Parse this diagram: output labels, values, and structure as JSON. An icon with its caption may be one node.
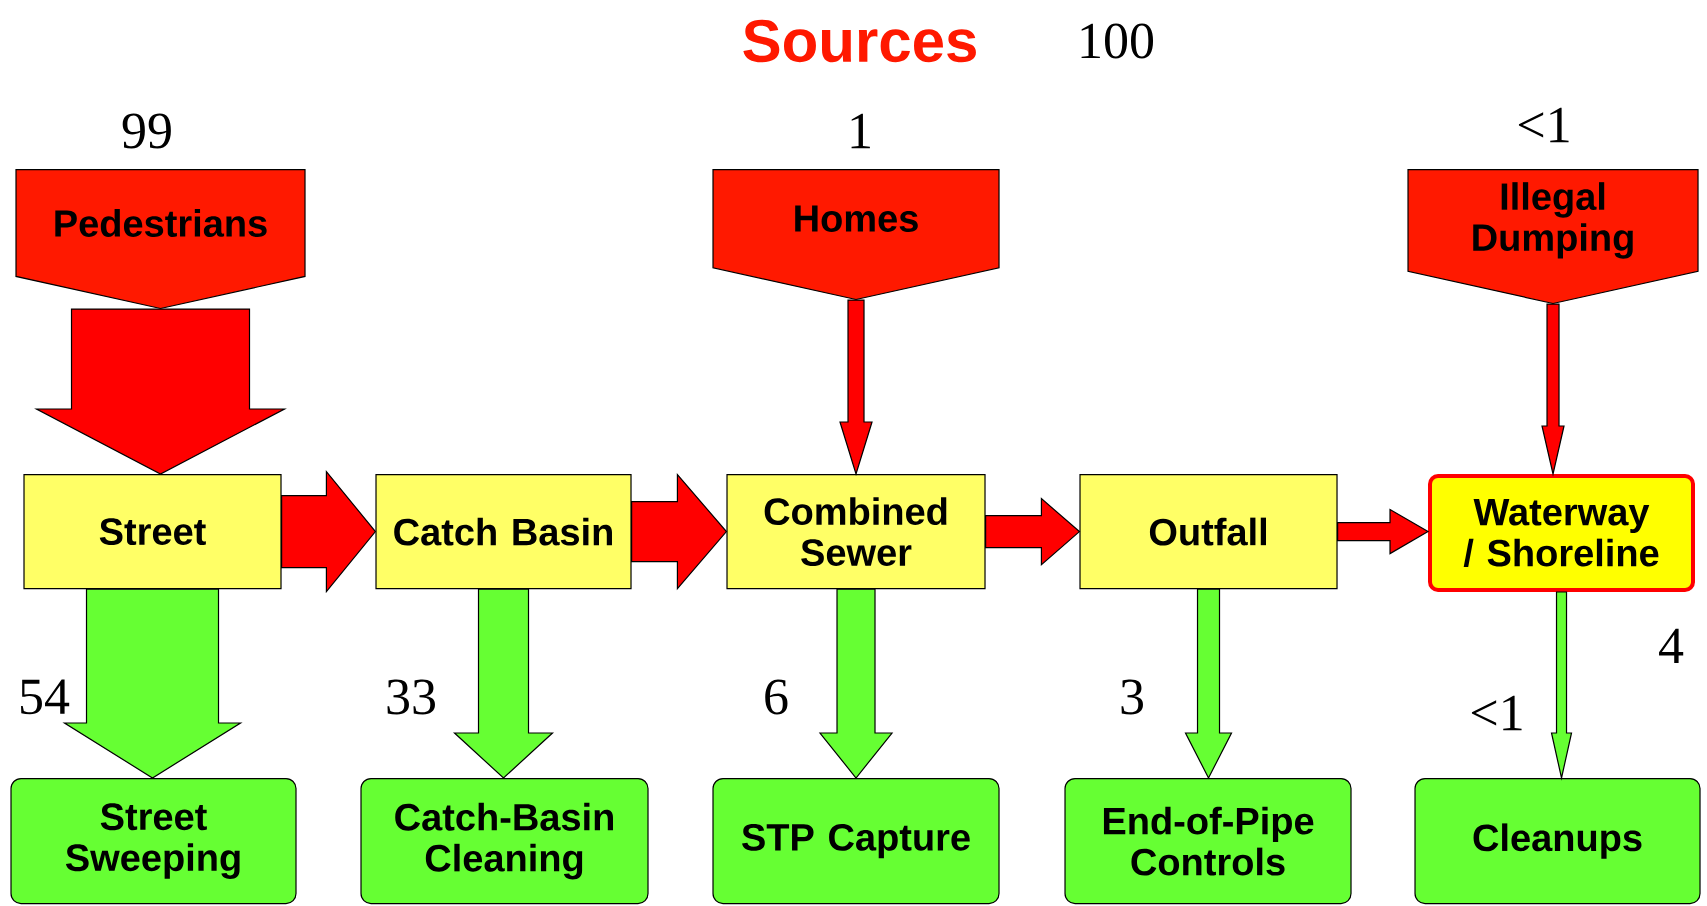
{
  "diagram": {
    "title": "Sources",
    "nodes": [
      {
        "text": [
          "Pedestrians"
        ],
        "beside": [
          "99"
        ]
      },
      {
        "text": [
          "Homes"
        ],
        "beside": [
          "1"
        ]
      },
      {
        "text": [
          "Illegal Dumping"
        ],
        "beside": [
          "<1"
        ]
      },
      {
        "text": [
          "Street"
        ]
      },
      {
        "text": [
          "Catch Basin"
        ]
      },
      {
        "text": [
          "Combined Sewer"
        ]
      },
      {
        "text": [
          "Outfall"
        ]
      },
      {
        "text": [
          "Waterway / Shoreline"
        ]
      },
      {
        "text": [
          "Street Sweeping"
        ]
      },
      {
        "text": [
          "Catch-Basin Cleaning"
        ]
      },
      {
        "text": [
          "STP Capture"
        ]
      },
      {
        "text": [
          "End-of-Pipe Controls"
        ]
      },
      {
        "text": [
          "Cleanups"
        ]
      }
    ],
    "edges": [
      {
        "from": 0,
        "to": 3,
        "arrow": "to"
      },
      {
        "from": 1,
        "to": 5,
        "arrow": "to"
      },
      {
        "from": 2,
        "to": 7,
        "arrow": "to"
      },
      {
        "from": 3,
        "to": 4,
        "arrow": "to"
      },
      {
        "from": 4,
        "to": 5,
        "arrow": "to"
      },
      {
        "from": 5,
        "to": 6,
        "arrow": "to"
      },
      {
        "from": 6,
        "to": 7,
        "arrow": "to"
      },
      {
        "from": 3,
        "to": 8,
        "arrow": "to",
        "label": "54",
        "color": "#66ff33"
      },
      {
        "from": 4,
        "to": 9,
        "arrow": "to",
        "label": "33",
        "color": "#66ff33"
      },
      {
        "from": 5,
        "to": 10,
        "arrow": "to",
        "label": "6",
        "color": "#66ff33"
      },
      {
        "from": 6,
        "to": 11,
        "arrow": "to",
        "label": "3",
        "color": "#66ff33"
      },
      {
        "from": 7,
        "to": 12,
        "arrow": "to",
        "label": "<1",
        "color": "#66ff33"
      }
    ],
    "labels": [
      "100",
      "4"
    ]
  }
}
